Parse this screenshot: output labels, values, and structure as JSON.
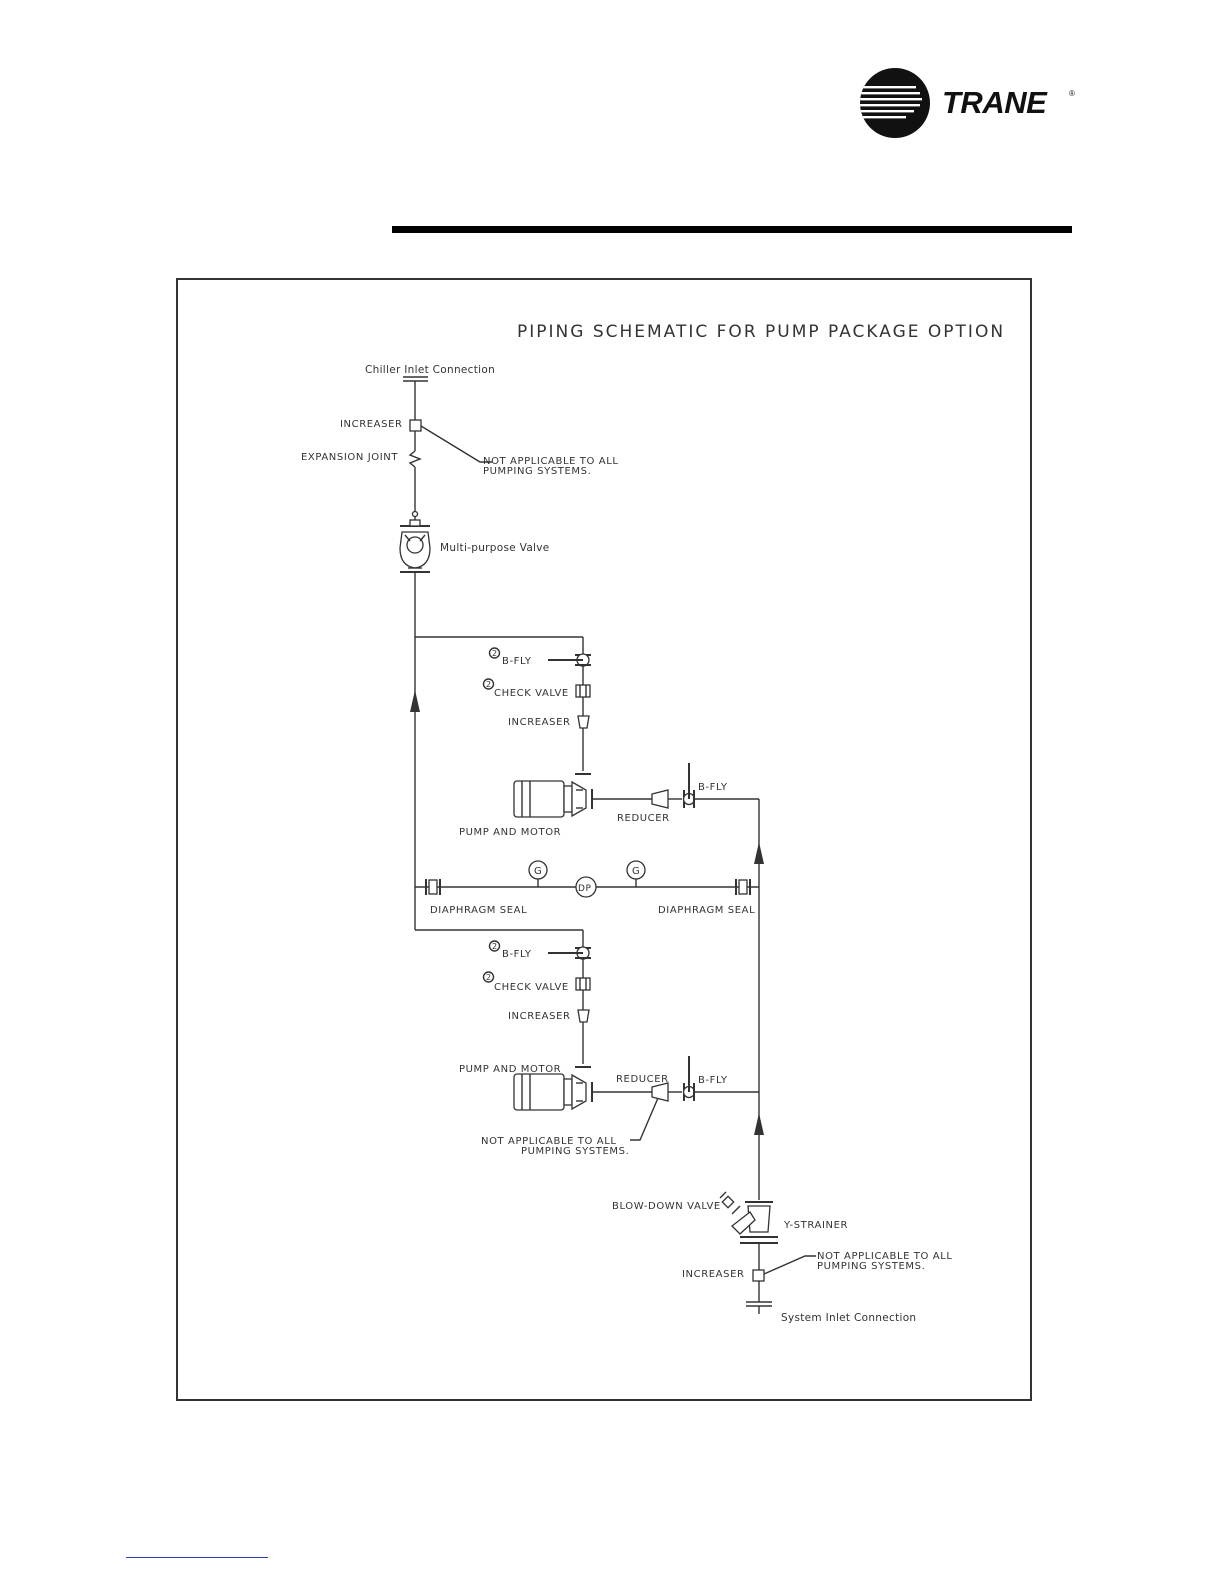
{
  "brand": {
    "name": "TRANE",
    "mark": "®"
  },
  "diagram": {
    "title": "PIPING SCHEMATIC FOR PUMP PACKAGE OPTION",
    "labels": {
      "chiller_inlet": "Chiller Inlet Connection",
      "increaser_top": "INCREASER",
      "expansion_joint": "EXPANSION JOINT",
      "note_top_1": "NOT APPLICABLE TO ALL",
      "note_top_2": "PUMPING SYSTEMS.",
      "multi_valve": "Multi-purpose Valve",
      "p1_bfly": "B-FLY",
      "p1_check": "CHECK VALVE",
      "p1_increaser": "INCREASER",
      "p1_pump": "PUMP AND MOTOR",
      "p1_reducer": "REDUCER",
      "p1_bfly_right": "B-FLY",
      "gauge_left": "G",
      "gauge_dp": "DP",
      "gauge_right": "G",
      "seal_left": "DIAPHRAGM SEAL",
      "seal_right": "DIAPHRAGM SEAL",
      "p2_bfly": "B-FLY",
      "p2_check": "CHECK VALVE",
      "p2_increaser": "INCREASER",
      "p2_pump": "PUMP AND MOTOR",
      "p2_reducer": "REDUCER",
      "p2_bfly_right": "B-FLY",
      "note_mid_1": "NOT APPLICABLE TO ALL",
      "note_mid_2": "PUMPING SYSTEMS.",
      "blowdown": "BLOW-DOWN VALVE",
      "ystrainer": "Y-STRAINER",
      "note_bot_1": "NOT APPLICABLE TO ALL",
      "note_bot_2": "PUMPING SYSTEMS.",
      "increaser_bottom": "INCREASER",
      "system_inlet": "System Inlet Connection",
      "footnote_mark": "2"
    }
  },
  "colors": {
    "line": "#333333",
    "rule": "#000000",
    "link_underline": "#2a3fb8"
  }
}
